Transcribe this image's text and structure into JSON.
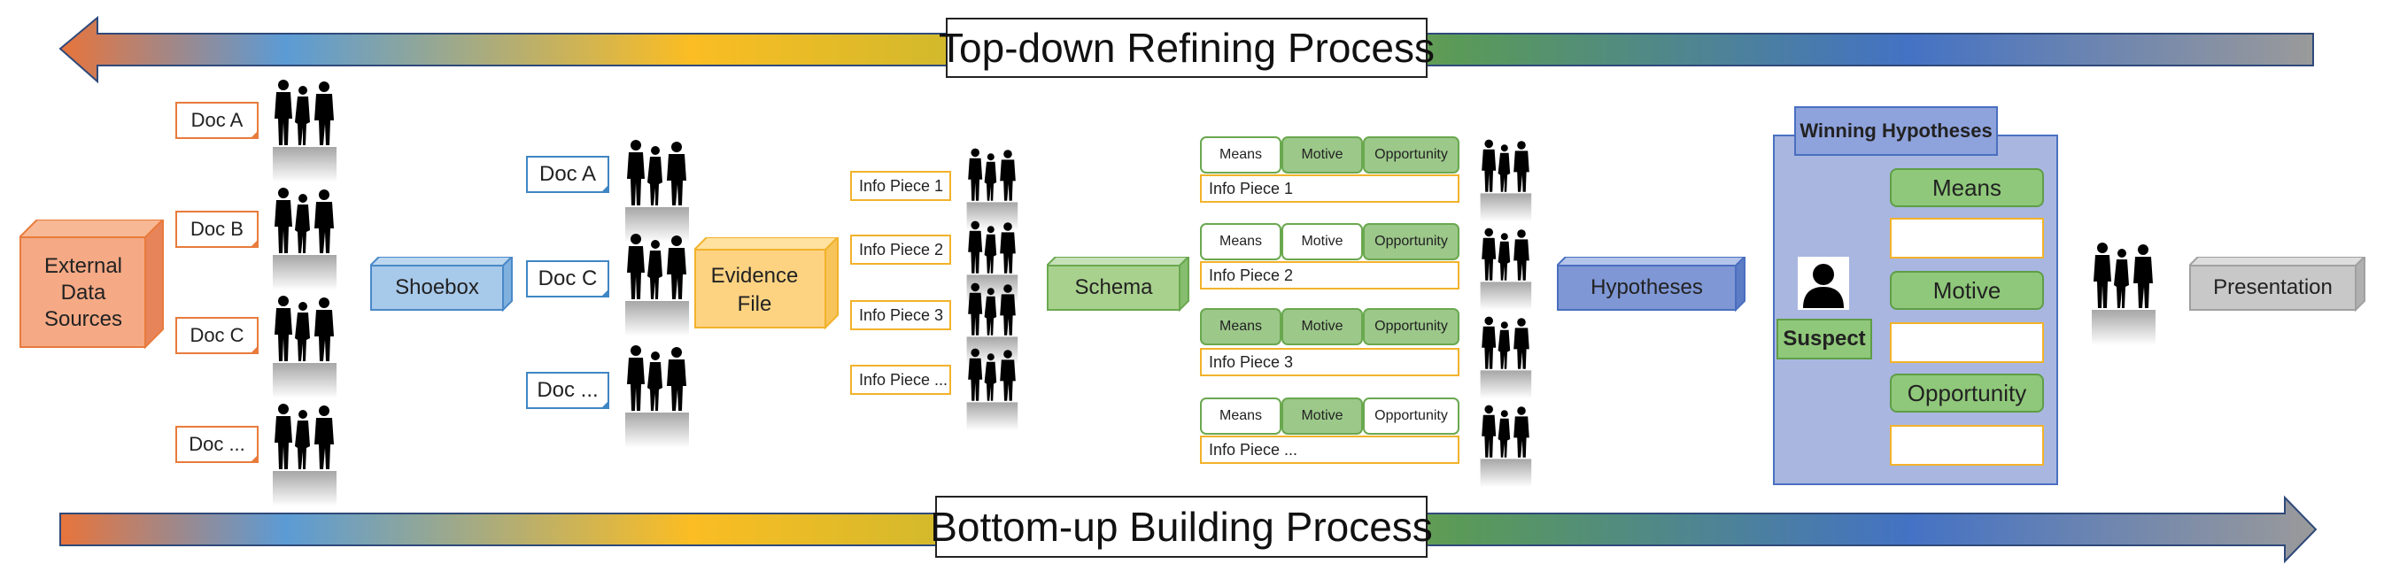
{
  "top_banner": {
    "title": "Top-down Refining Process"
  },
  "bottom_banner": {
    "title": "Bottom-up Building Process"
  },
  "external": {
    "label": "External Data Sources"
  },
  "source_docs": [
    "Doc A",
    "Doc B",
    "Doc C",
    "Doc ..."
  ],
  "shoebox": {
    "label": "Shoebox",
    "docs": [
      "Doc A",
      "Doc C",
      "Doc ..."
    ]
  },
  "evidence": {
    "label": "Evidence File",
    "pieces": [
      "Info Piece 1",
      "Info Piece 2",
      "Info Piece 3",
      "Info Piece ..."
    ]
  },
  "schema": {
    "label": "Schema",
    "rows": [
      {
        "means": "Means",
        "motive": "Motive",
        "opportunity": "Opportunity",
        "info": "Info Piece 1"
      },
      {
        "means": "Means",
        "motive": "Motive",
        "opportunity": "Opportunity",
        "info": "Info Piece 2"
      },
      {
        "means": "Means",
        "motive": "Motive",
        "opportunity": "Opportunity",
        "info": "Info Piece 3"
      },
      {
        "means": "Means",
        "motive": "Motive",
        "opportunity": "Opportunity",
        "info": "Info Piece ..."
      }
    ]
  },
  "hypotheses": {
    "label": "Hypotheses"
  },
  "winning": {
    "title": "Winning Hypotheses",
    "suspect": "Suspect",
    "means": "Means",
    "motive": "Motive",
    "opportunity": "Opportunity"
  },
  "presentation": {
    "label": "Presentation"
  },
  "colors": {
    "gradient": [
      "#e8743b",
      "#5b9bd5",
      "#fbbd23",
      "#c8b82e",
      "#5a9a58",
      "#4472c4",
      "#9a9a9a"
    ],
    "orange": "#e87b3c",
    "blue": "#3f86c4",
    "yellow": "#f2b22b",
    "green": "#6aa84f",
    "purple": "#7f97d4"
  }
}
